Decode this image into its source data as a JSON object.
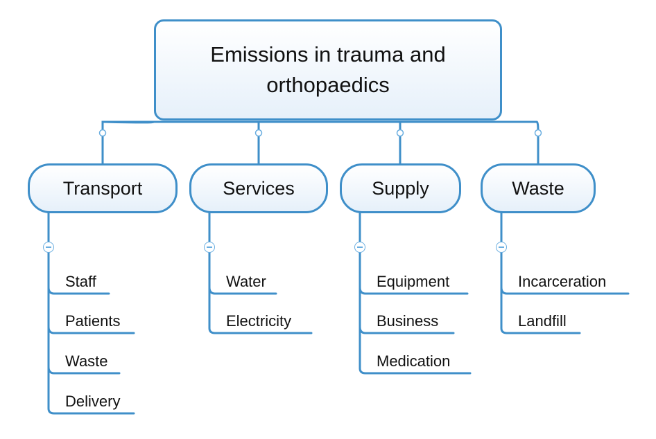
{
  "root": {
    "title": "Emissions in trauma and orthopaedics"
  },
  "colors": {
    "line": "#3f8fc9",
    "box_fill": "#e6f0fa",
    "text": "#111111"
  },
  "categories": [
    {
      "label": "Transport",
      "items": [
        "Staff",
        "Patients",
        "Waste",
        "Delivery"
      ]
    },
    {
      "label": "Services",
      "items": [
        "Water",
        "Electricity"
      ]
    },
    {
      "label": "Supply",
      "items": [
        "Equipment",
        "Business",
        "Medication"
      ]
    },
    {
      "label": "Waste",
      "items": [
        "Incarceration",
        "Landfill"
      ]
    }
  ]
}
